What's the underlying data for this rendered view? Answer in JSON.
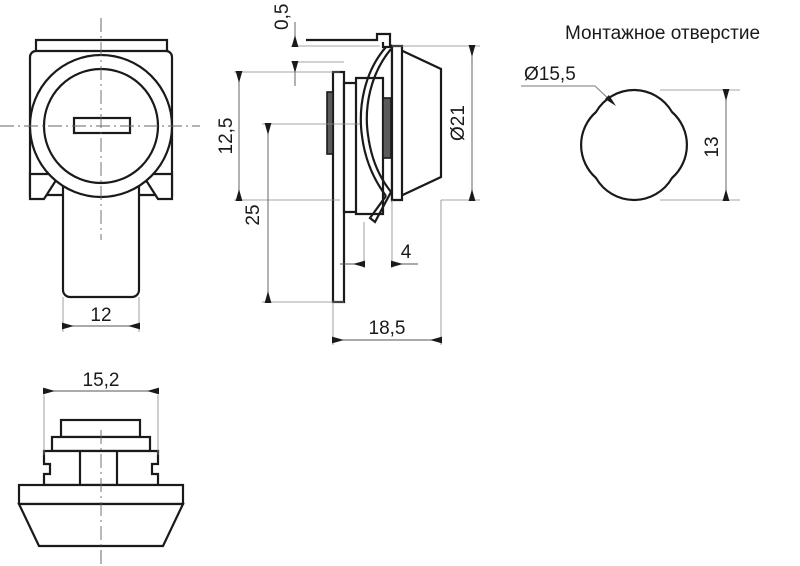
{
  "document": {
    "type": "technical-drawing",
    "title": "Cam lock technical drawing",
    "background_color": "#ffffff",
    "line_color": "#1a1a1a",
    "dimension_line_color": "#555555"
  },
  "labels": {
    "mounting_hole_title": "Монтажное отверстие",
    "mounting_hole_diameter": "Ø15,5",
    "mounting_hole_height": "13"
  },
  "dimensions": {
    "front_width": "12",
    "side_offset": "0,5",
    "side_upper_height": "12,5",
    "side_lower_height": "25",
    "side_bezel_diameter": "Ø21",
    "side_flange_thickness": "4",
    "side_total_depth": "18,5",
    "bottom_width": "15,2"
  },
  "views": {
    "front": {
      "name": "front-view",
      "dimension_labels": [
        "12"
      ]
    },
    "side": {
      "name": "side-section-view",
      "dimension_labels": [
        "0,5",
        "12,5",
        "25",
        "Ø21",
        "4",
        "18,5"
      ]
    },
    "mounting_hole": {
      "name": "mounting-hole-view",
      "dimension_labels": [
        "Ø15,5",
        "13"
      ]
    },
    "bottom": {
      "name": "bottom-view",
      "dimension_labels": [
        "15,2"
      ]
    }
  }
}
